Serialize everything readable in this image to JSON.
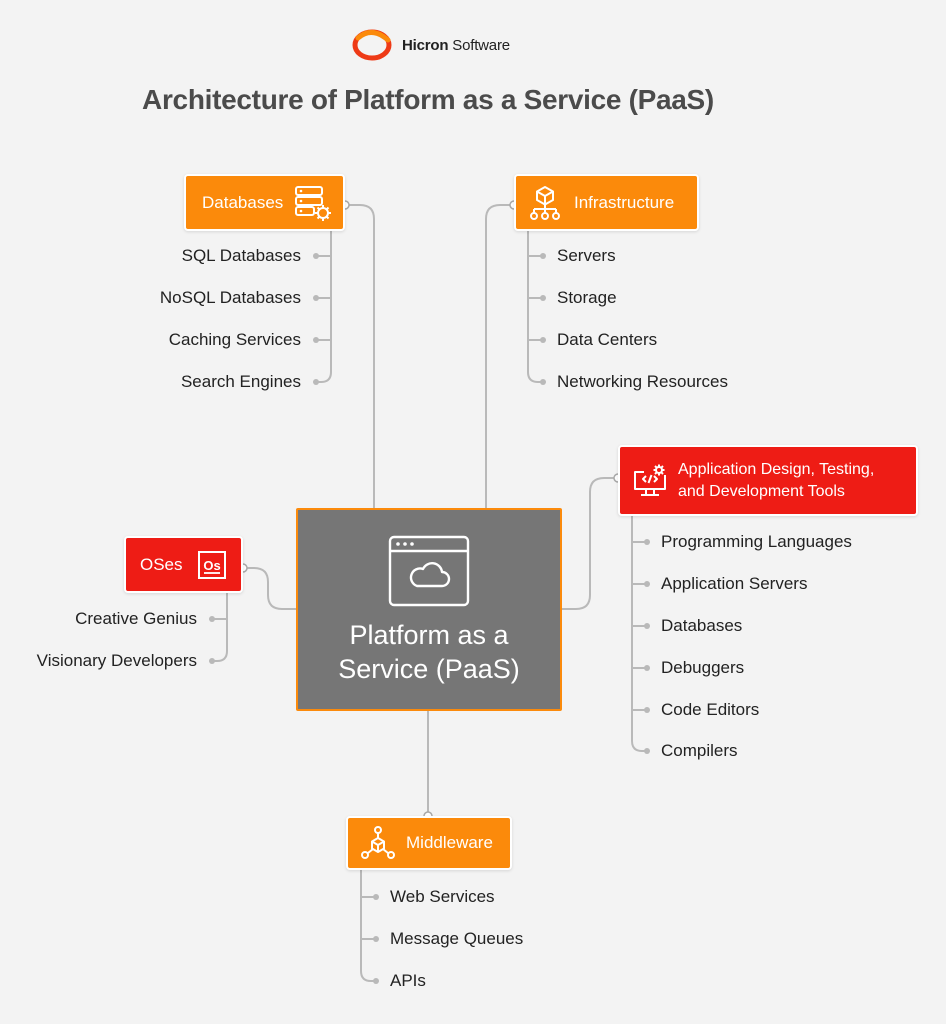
{
  "brand": {
    "name_bold": "Hicron",
    "name_rest": "Software",
    "accent": "#fb8a0b"
  },
  "title": "Architecture of Platform as a Service (PaaS)",
  "center": {
    "label": "Platform as a Service (PaaS)",
    "icon": "cloud-window-icon"
  },
  "colors": {
    "orange": "#fb8a0b",
    "red": "#ee1c15",
    "center_fill": "#767676",
    "line": "#b9b9b9"
  },
  "nodes": {
    "databases": {
      "label": "Databases",
      "icon": "database-gear-icon",
      "items": [
        "SQL Databases",
        "NoSQL Databases",
        "Caching Services",
        "Search Engines"
      ]
    },
    "infrastructure": {
      "label": "Infrastructure",
      "icon": "cube-network-icon",
      "items": [
        "Servers",
        "Storage",
        "Data Centers",
        "Networking Resources"
      ]
    },
    "oses": {
      "label": "OSes",
      "icon": "os-badge-icon",
      "icon_text": "Os",
      "items": [
        "Creative Genius",
        "Visionary Developers"
      ]
    },
    "tools": {
      "label_line1": "Application Design, Testing,",
      "label_line2": "and Development Tools",
      "icon": "monitor-code-gear-icon",
      "items": [
        "Programming Languages",
        "Application Servers",
        "Databases",
        "Debuggers",
        "Code Editors",
        "Compilers"
      ]
    },
    "middleware": {
      "label": "Middleware",
      "icon": "hub-nodes-icon",
      "items": [
        "Web Services",
        "Message Queues",
        "APIs"
      ]
    }
  }
}
